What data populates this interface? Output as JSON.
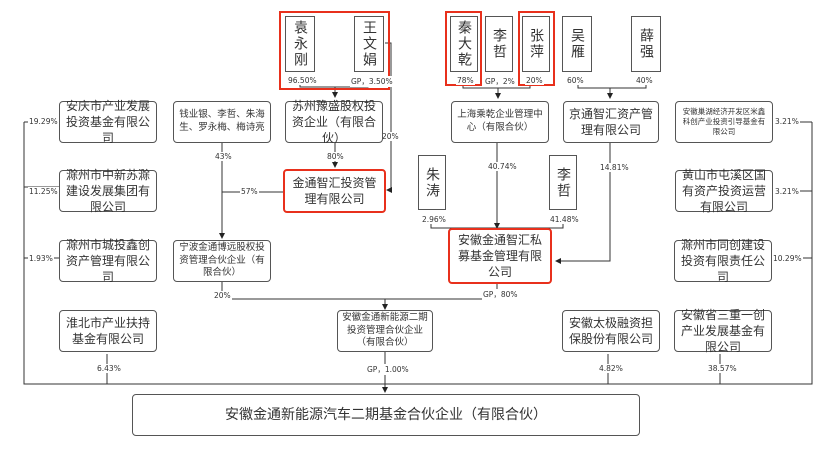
{
  "title": "安徽金通新能源汽车二期基金合伙企业(有限合伙)股权结构图",
  "colors": {
    "highlight": "#e8301c",
    "line": "#333333",
    "border": "#555555"
  },
  "persons": {
    "yuan_yonggang": {
      "name": "袁永刚",
      "share": "96.50%"
    },
    "wang_wenjuan": {
      "name": "王文娟",
      "share": "GP，3.50%"
    },
    "qin_daqian": {
      "name": "秦大乾",
      "share": "78%"
    },
    "li_zhe_top": {
      "name": "李哲",
      "share": "GP，2%"
    },
    "zhang_ping": {
      "name": "张萍",
      "share": "20%"
    },
    "wu_yan": {
      "name": "吴雁",
      "share": "60%"
    },
    "xue_qiang": {
      "name": "薛强",
      "share": "40%"
    },
    "zhu_tao": {
      "name": "朱涛",
      "share": "2.96%"
    },
    "li_zhe_mid": {
      "name": "李哲",
      "share": "41.48%"
    }
  },
  "entities": {
    "suzhou_yusheng": {
      "name": "苏州豫盛股权投资企业（有限合伙）",
      "share": "80%",
      "share_wang": "20%"
    },
    "individuals_group": {
      "name": "钱业银、李哲、朱海生、罗永梅、梅诗亮",
      "share": "43%"
    },
    "jintong_zhihui": {
      "name": "金通智汇投资管理有限公司",
      "share": "57%"
    },
    "ningbo_boyuan": {
      "name": "宁波金通博远股权投资管理合伙企业（有限合伙）",
      "share": "20%"
    },
    "shanghai_yuqian": {
      "name": "上海乘乾企业管理中心（有限合伙）",
      "share": "40.74%"
    },
    "jingtong_zhihui": {
      "name": "京通智汇资产管理有限公司",
      "share": "14.81%"
    },
    "anhui_private_fund": {
      "name": "安徽金通智汇私募基金管理有限公司",
      "share": "GP，80%"
    },
    "anhui_xinnengyuan_mgmt": {
      "name": "安徽金通新能源二期投资管理合伙企业（有限合伙）",
      "share": "GP，1.00%"
    },
    "anqing": {
      "name": "安庆市产业发展投资基金有限公司",
      "share": "19.29%"
    },
    "chuzhou_zhongxin": {
      "name": "滁州市中新苏滁建设发展集团有限公司",
      "share": "11.25%"
    },
    "chuzhou_chengtou": {
      "name": "滁州市城投鑫创资产管理有限公司",
      "share": "1.93%"
    },
    "huaibei": {
      "name": "淮北市产业扶持基金有限公司",
      "share": "6.43%"
    },
    "anhui_chaohu": {
      "name": "安徽巢湖经济开发区米鑫科创产业投资引导基金有限公司",
      "share": "3.21%"
    },
    "huangshan": {
      "name": "黄山市屯溪区国有资产投资运营有限公司",
      "share": "3.21%"
    },
    "chuzhou_tongchuang": {
      "name": "滁州市同创建设投资有限责任公司",
      "share": "10.29%"
    },
    "anhui_taiji": {
      "name": "安徽太极融资担保股份有限公司",
      "share": "4.82%"
    },
    "anhui_sanzhong": {
      "name": "安徽省三重一创产业发展基金有限公司",
      "share": "38.57%"
    }
  },
  "target": {
    "name": "安徽金通新能源汽车二期基金合伙企业（有限合伙）"
  }
}
